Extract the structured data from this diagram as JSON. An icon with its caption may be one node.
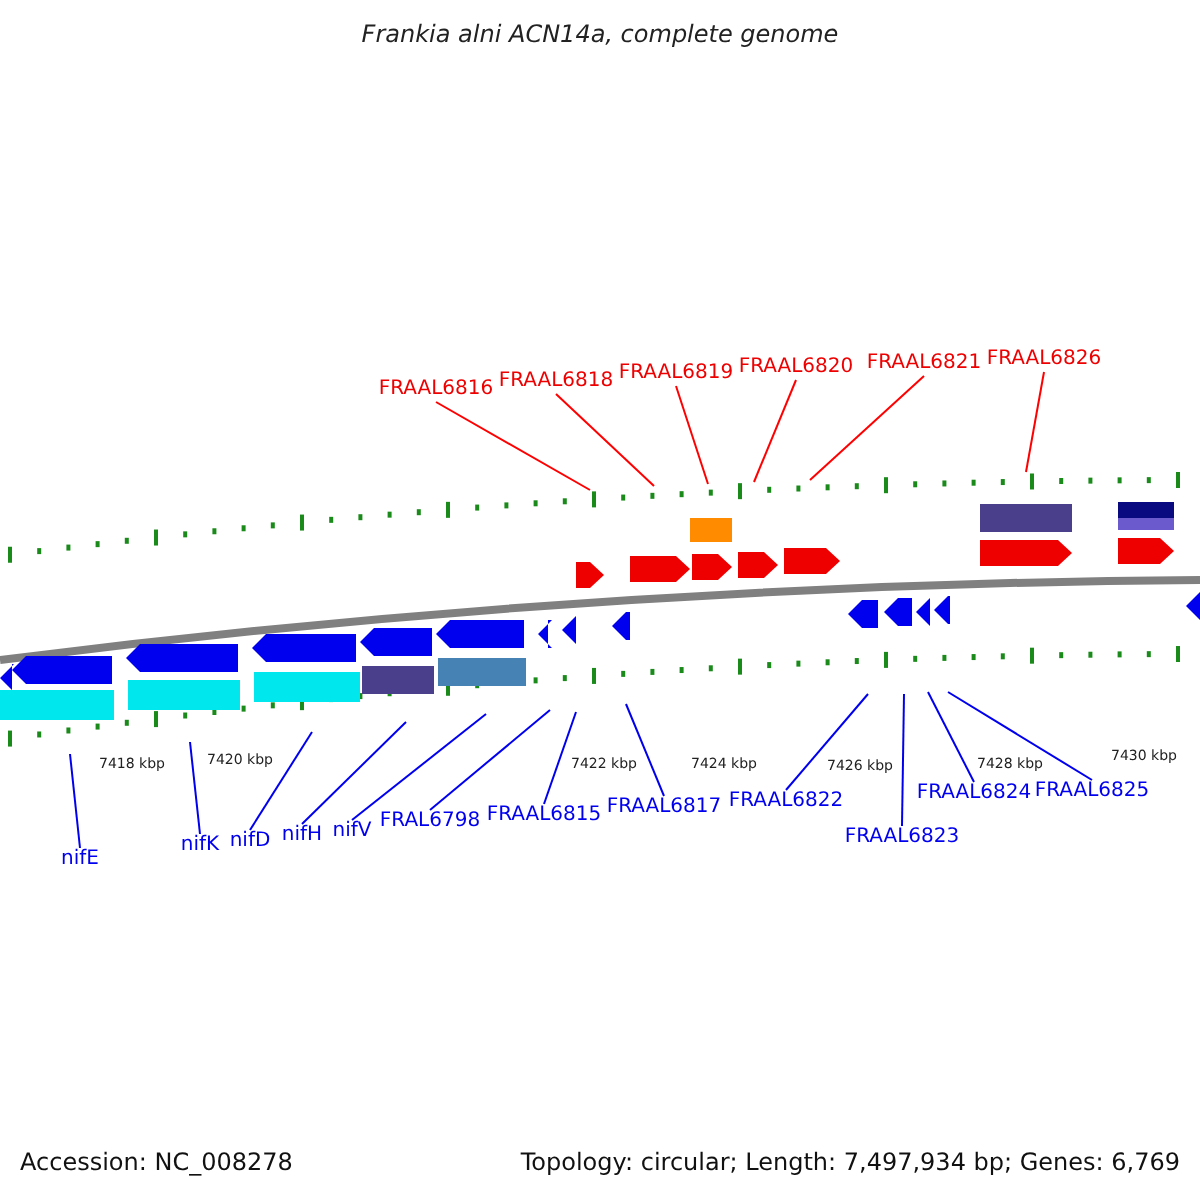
{
  "diagram": {
    "title": "Frankia alni ACN14a, complete genome",
    "nodes": [
      {
        "text": [
          "FRAAL6816"
        ]
      },
      {
        "text": [
          "FRAAL6818"
        ]
      },
      {
        "text": [
          "FRAAL6819"
        ]
      },
      {
        "text": [
          "FRAAL6820"
        ]
      },
      {
        "text": [
          "FRAAL6821"
        ]
      },
      {
        "text": [
          "FRAAL6826"
        ]
      },
      {
        "text": [
          "nifE"
        ]
      },
      {
        "text": [
          "nifK"
        ]
      },
      {
        "text": [
          "nifD"
        ]
      },
      {
        "text": [
          "nifH"
        ]
      },
      {
        "text": [
          "nifV"
        ]
      },
      {
        "text": [
          "FRAL6798"
        ]
      },
      {
        "text": [
          "FRAAL6815"
        ]
      },
      {
        "text": [
          "FRAAL6817"
        ]
      },
      {
        "text": [
          "FRAAL6822"
        ]
      },
      {
        "text": [
          "FRAAL6823"
        ]
      },
      {
        "text": [
          "FRAAL6824"
        ]
      },
      {
        "text": [
          "FRAAL6825"
        ]
      }
    ],
    "edges": [
      {
        "from": 0,
        "to": null,
        "arrow": "none",
        "color": "#ff0000"
      },
      {
        "from": 1,
        "to": null,
        "arrow": "none",
        "color": "#ff0000"
      },
      {
        "from": 2,
        "to": null,
        "arrow": "none",
        "color": "#ff0000"
      },
      {
        "from": 3,
        "to": null,
        "arrow": "none",
        "color": "#ff0000"
      },
      {
        "from": 4,
        "to": null,
        "arrow": "none",
        "color": "#ff0000"
      },
      {
        "from": 5,
        "to": null,
        "arrow": "none",
        "color": "#ff0000"
      },
      {
        "from": 6,
        "to": null,
        "arrow": "none"
      },
      {
        "from": 7,
        "to": null,
        "arrow": "none"
      },
      {
        "from": 8,
        "to": null,
        "arrow": "none"
      },
      {
        "from": 9,
        "to": null,
        "arrow": "none"
      },
      {
        "from": 10,
        "to": null,
        "arrow": "none"
      },
      {
        "from": 11,
        "to": null,
        "arrow": "none"
      },
      {
        "from": 12,
        "to": null,
        "arrow": "none"
      },
      {
        "from": 13,
        "to": null,
        "arrow": "none"
      },
      {
        "from": 14,
        "to": null,
        "arrow": "none"
      },
      {
        "from": 15,
        "to": null,
        "arrow": "none"
      },
      {
        "from": 16,
        "to": null,
        "arrow": "none"
      },
      {
        "from": 17,
        "to": null,
        "arrow": "none"
      }
    ],
    "labels": [
      "7418 kbp",
      "7420 kbp",
      "7422 kbp",
      "7424 kbp",
      "7426 kbp",
      "7428 kbp",
      "7430 kbp",
      "Accession: NC_008278",
      "Topology: circular; Length: 7,497,934 bp; Genes: 6,769"
    ]
  }
}
